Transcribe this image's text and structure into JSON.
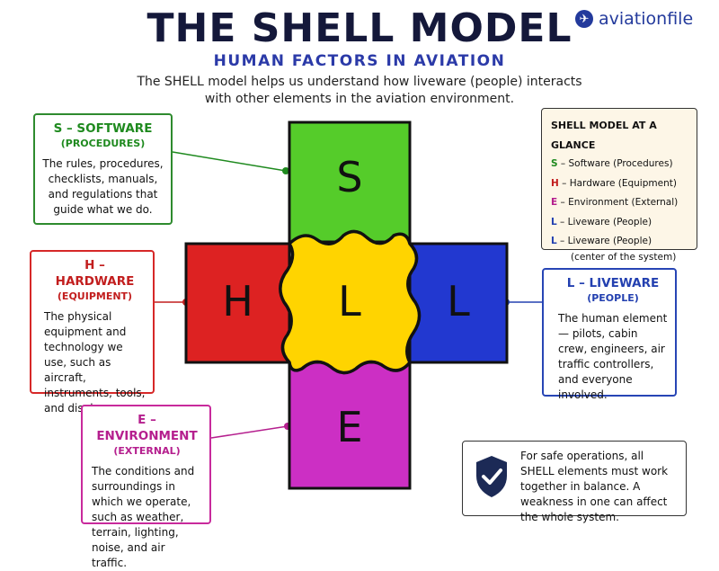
{
  "header": {
    "title": "THE SHELL MODEL",
    "subtitle": "HUMAN FACTORS IN AVIATION",
    "intro": "The SHELL model helps us understand how liveware (people) interacts with other elements in the aviation environment."
  },
  "brand": {
    "name": "aviationfile",
    "icon": "airplane-icon"
  },
  "diagram": {
    "blocks": [
      {
        "letter": "S",
        "color": "#55cc2a"
      },
      {
        "letter": "H",
        "color": "#dd2222"
      },
      {
        "letter": "L",
        "color": "#ffd400"
      },
      {
        "letter": "L",
        "color": "#2238d0"
      },
      {
        "letter": "E",
        "color": "#cc2fc4"
      }
    ]
  },
  "cards": {
    "software": {
      "heading": "S – SOFTWARE",
      "sub": "(PROCEDURES)",
      "body": "The rules, procedures, checklists, manuals, and regulations that guide what we do.",
      "color": "#1f8a1f"
    },
    "hardware": {
      "heading": "H – HARDWARE",
      "sub": "(EQUIPMENT)",
      "body": "The physical equipment and technology we use, such as aircraft, instruments, tools, and displays.",
      "color": "#c21e1e"
    },
    "environment": {
      "heading": "E – ENVIRONMENT",
      "sub": "(EXTERNAL)",
      "body": "The conditions and surroundings in which we operate, such as weather, terrain, lighting, noise, and air traffic.",
      "color": "#b51f8e"
    },
    "liveware": {
      "heading": "L – LIVEWARE",
      "sub": "(PEOPLE)",
      "body": "The human element— pilots, cabin crew, engineers, air traffic controllers, and everyone involved.",
      "color": "#2340b0"
    }
  },
  "glance": {
    "title": "SHELL MODEL AT A GLANCE",
    "items": [
      {
        "letter": "S",
        "text": "– Software (Procedures)",
        "color": "#1f8a1f"
      },
      {
        "letter": "H",
        "text": "– Hardware (Equipment)",
        "color": "#c21e1e"
      },
      {
        "letter": "E",
        "text": "– Environment (External)",
        "color": "#b51f8e"
      },
      {
        "letter": "L",
        "text": "– Liveware (People)",
        "color": "#2340b0"
      },
      {
        "letter": "L",
        "text": "– Liveware (People)",
        "color": "#2340b0"
      }
    ],
    "center_note": "(center of the system)"
  },
  "safety": {
    "icon": "shield-check-icon",
    "text": "For safe operations, all SHELL elements must work together in balance. A weakness in one can affect the whole system."
  }
}
